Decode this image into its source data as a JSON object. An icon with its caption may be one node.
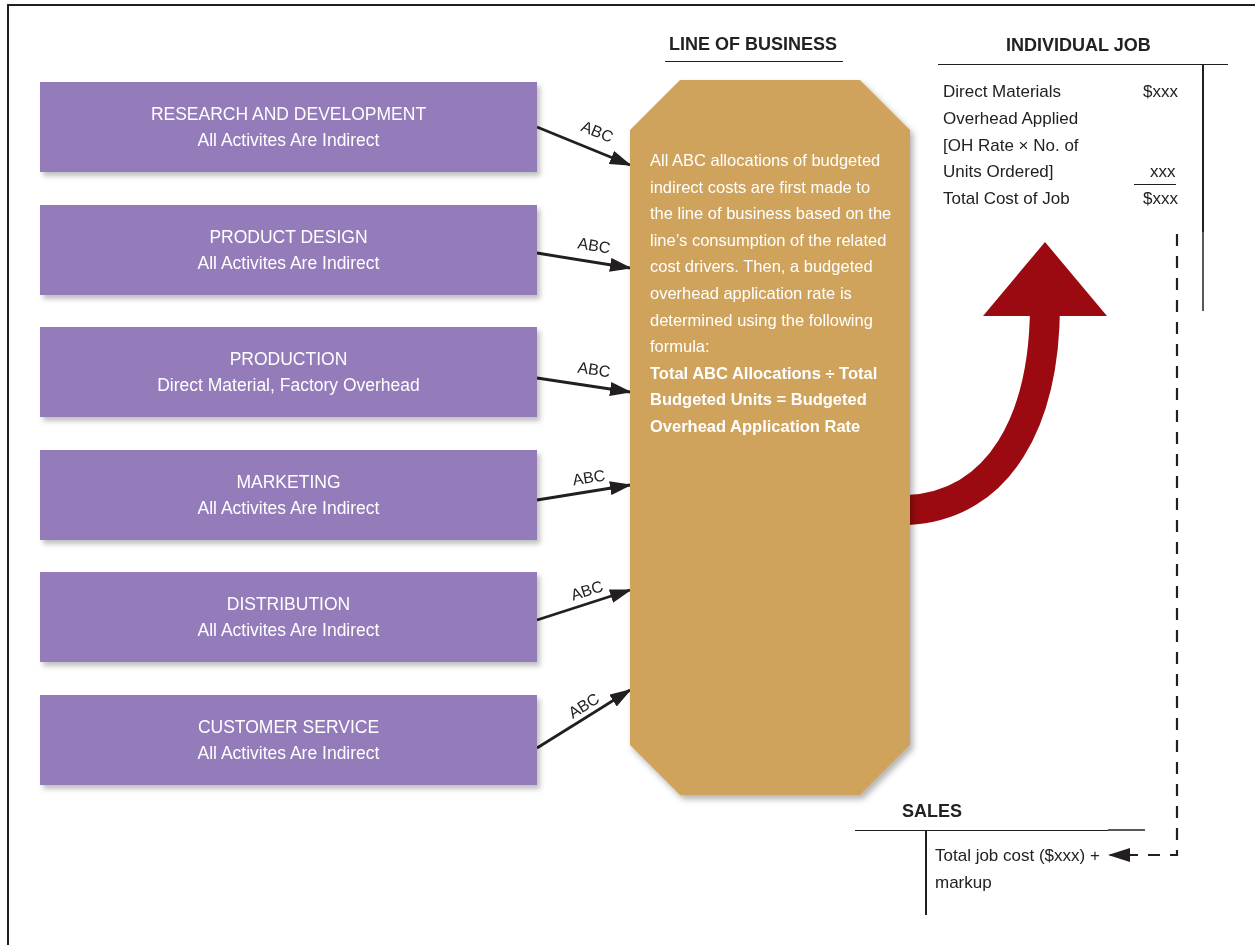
{
  "diagram": {
    "nodes": [
      {
        "text": [
          "RESEARCH AND DEVELOPMENT",
          "All Activites Are Indirect"
        ]
      },
      {
        "text": [
          "PRODUCT DESIGN",
          "All Activites Are Indirect"
        ]
      },
      {
        "text": [
          "PRODUCTION",
          "Direct Material, Factory Overhead"
        ]
      },
      {
        "text": [
          "MARKETING",
          "All Activites Are Indirect"
        ]
      },
      {
        "text": [
          "DISTRIBUTION",
          "All Activites Are Indirect"
        ]
      },
      {
        "text": [
          "CUSTOMER SERVICE",
          "All Activites Are Indirect"
        ]
      },
      {
        "text": [
          "LINE OF BUSINESS",
          "All ABC allocations of budgeted indirect costs are first made to the line of business based on the line’s consumption of the related cost drivers. Then, a budgeted overhead application rate is determined using the following formula:",
          "Total ABC Allocations ÷ Total Budgeted Units = Budgeted Overhead Application Rate"
        ]
      },
      {
        "text": [
          "INDIVIDUAL JOB",
          "Direct Materials",
          "$xxx",
          "Overhead Applied [OH Rate × No. of Units Ordered]",
          "xxx",
          "Total Cost of Job",
          "$xxx"
        ]
      },
      {
        "text": [
          "SALES",
          "Total job cost ($xxx) + markup"
        ]
      }
    ],
    "edges": [
      {
        "from": 0,
        "to": 6,
        "arrow": "to",
        "label": "ABC"
      },
      {
        "from": 1,
        "to": 6,
        "arrow": "to",
        "label": "ABC"
      },
      {
        "from": 2,
        "to": 6,
        "arrow": "to",
        "label": "ABC"
      },
      {
        "from": 3,
        "to": 6,
        "arrow": "to",
        "label": "ABC"
      },
      {
        "from": 4,
        "to": 6,
        "arrow": "to",
        "label": "ABC"
      },
      {
        "from": 5,
        "to": 6,
        "arrow": "to",
        "label": "ABC"
      },
      {
        "from": 6,
        "to": 7,
        "arrow": "to",
        "style": "thick",
        "color": "#9b0a10"
      },
      {
        "from": 7,
        "to": 8,
        "arrow": "to",
        "style": "dashed"
      }
    ]
  }
}
